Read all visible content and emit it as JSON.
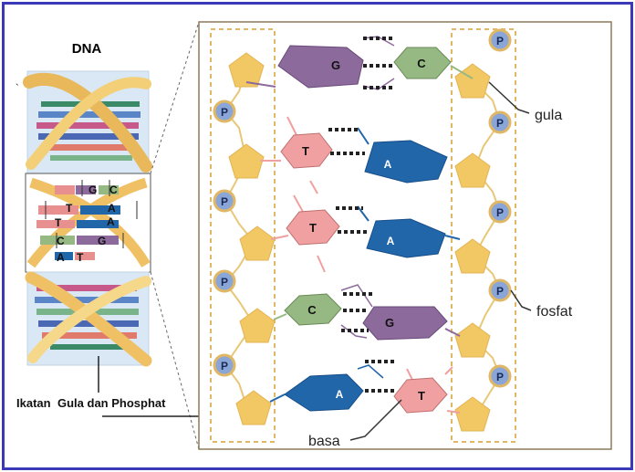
{
  "title": "DNA",
  "labels": {
    "gula": "gula",
    "fosfat": "fosfat",
    "basa": "basa",
    "ikatan_part1": "Ikatan",
    "ikatan_part2": "Gula dan Phosphat"
  },
  "phosphate_symbol": "P",
  "base_pairs": [
    {
      "left": "G",
      "right": "C"
    },
    {
      "left": "T",
      "right": "A"
    },
    {
      "left": "T",
      "right": "A"
    },
    {
      "left": "C",
      "right": "G"
    },
    {
      "left": "A",
      "right": "T"
    }
  ],
  "helix_letters": [
    "G",
    "C",
    "T",
    "A",
    "A",
    "T",
    "C",
    "G",
    "A",
    "T"
  ],
  "colors": {
    "frame": "#3a3ab8",
    "sugar": "#f2c864",
    "phosphate": "#8aa6d8",
    "backbone_box": "#e0b865",
    "G": "#8c6a9c",
    "C": "#96b882",
    "T": "#f0a0a0",
    "A": "#2266aa"
  },
  "icons": {
    "sugar": "pentagon-icon",
    "phosphate": "phosphate-circle-icon",
    "base": "hexagon-icon"
  }
}
